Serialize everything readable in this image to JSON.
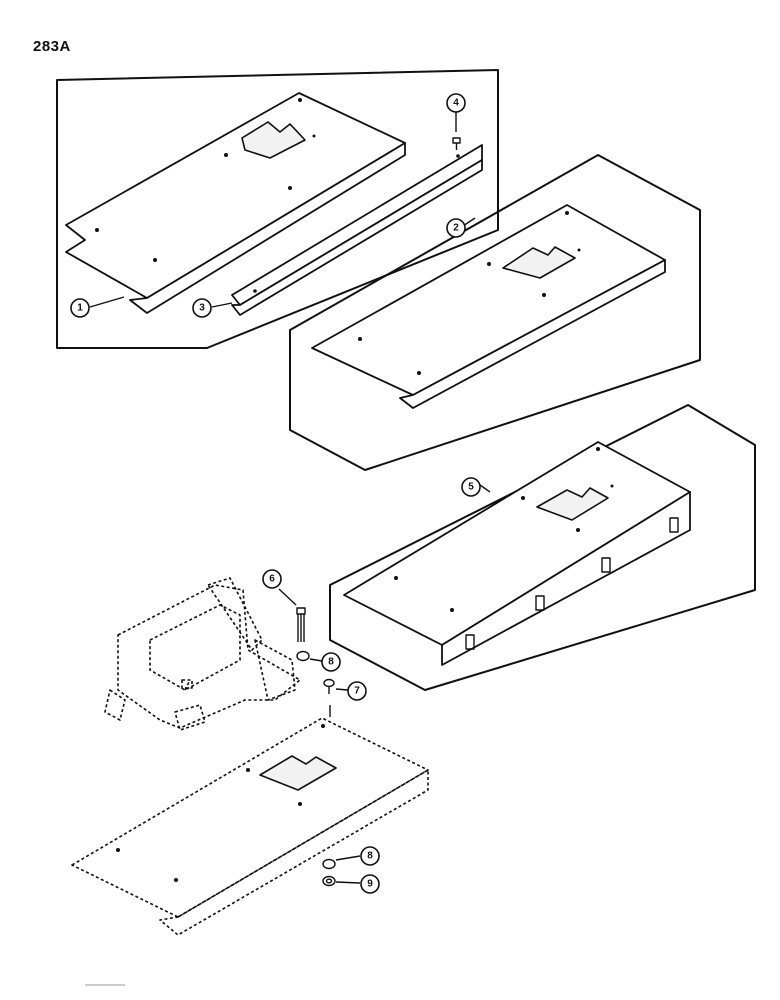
{
  "page_number": "283A",
  "callouts": {
    "c1": "1",
    "c2": "2",
    "c3": "3",
    "c4": "4",
    "c5": "5",
    "c6": "6",
    "c7": "7",
    "c8a": "8",
    "c8b": "8",
    "c9": "9"
  }
}
